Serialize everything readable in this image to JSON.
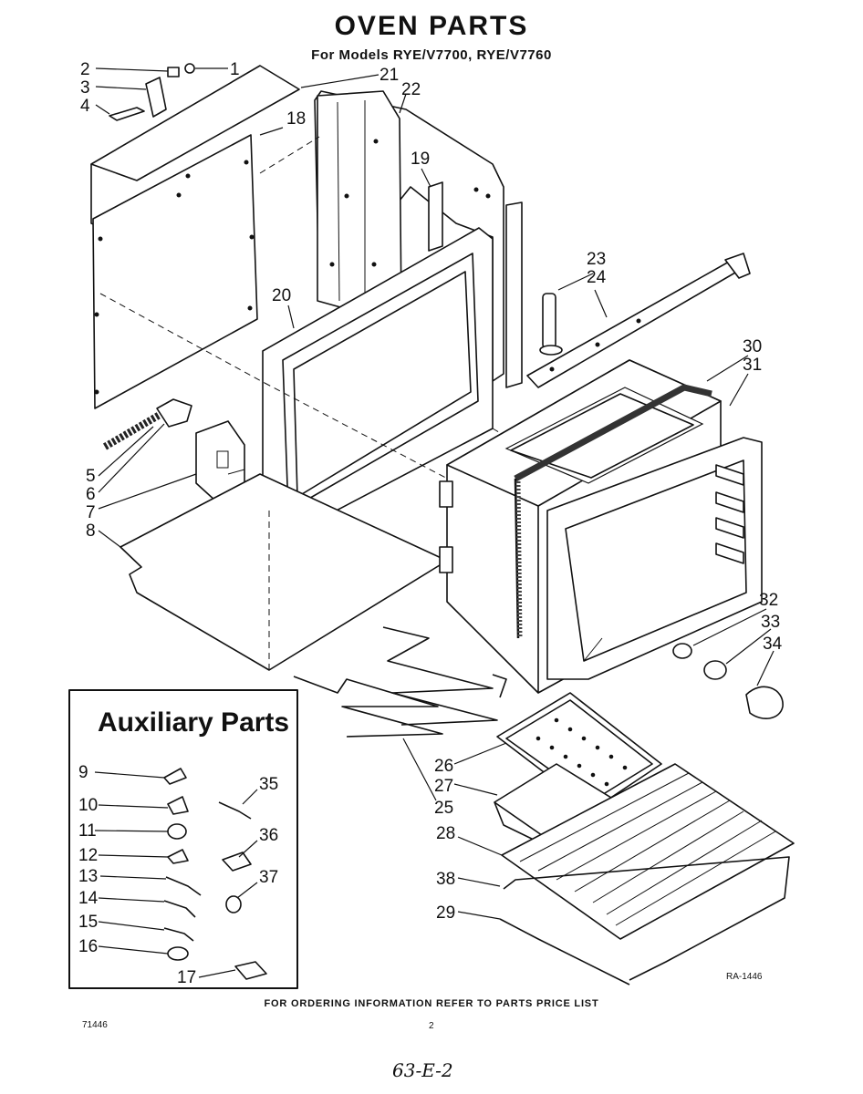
{
  "title": "OVEN PARTS",
  "subtitle": "For Models RYE/V7700, RYE/V7760",
  "auxiliary_title": "Auxiliary Parts",
  "callouts": {
    "c1": "1",
    "c2": "2",
    "c3": "3",
    "c4": "4",
    "c5": "5",
    "c6": "6",
    "c7": "7",
    "c8": "8",
    "c9": "9",
    "c10": "10",
    "c11": "11",
    "c12": "12",
    "c13": "13",
    "c14": "14",
    "c15": "15",
    "c16": "16",
    "c17": "17",
    "c18": "18",
    "c19": "19",
    "c20": "20",
    "c21": "21",
    "c22": "22",
    "c23": "23",
    "c24": "24",
    "c25": "25",
    "c26": "26",
    "c27": "27",
    "c28": "28",
    "c29": "29",
    "c30": "30",
    "c31": "31",
    "c32": "32",
    "c33": "33",
    "c34": "34",
    "c35": "35",
    "c36": "36",
    "c37": "37",
    "c38": "38"
  },
  "drawing_code": "RA-1446",
  "footer_note": "FOR ORDERING INFORMATION REFER TO PARTS PRICE LIST",
  "doc_number": "71446",
  "page_number": "2",
  "handwritten_note": "63-E-2"
}
